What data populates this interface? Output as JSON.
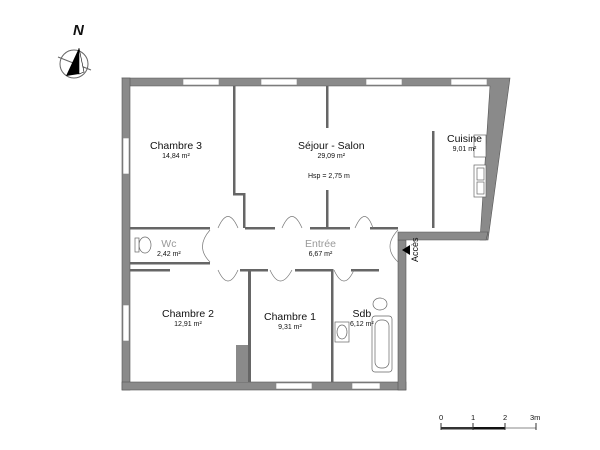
{
  "compass": {
    "label": "N"
  },
  "rooms": [
    {
      "name": "Chambre 3",
      "area": "14,84 m²"
    },
    {
      "name": "Séjour - Salon",
      "area": "29,09 m²",
      "note": "Hsp = 2,75 m"
    },
    {
      "name": "Cuisine",
      "area": "9,01 m²"
    },
    {
      "name": "Wc",
      "area": "2,42 m²"
    },
    {
      "name": "Entrée",
      "area": "6,67 m²"
    },
    {
      "name": "Chambre 2",
      "area": "12,91 m²"
    },
    {
      "name": "Chambre 1",
      "area": "9,31 m²"
    },
    {
      "name": "Sdb",
      "area": "6,12 m²"
    }
  ],
  "access": {
    "label": "Accès"
  },
  "scale": {
    "ticks": [
      "0",
      "1",
      "2",
      "3m"
    ]
  },
  "colors": {
    "wall": "#8a8a8a",
    "wall_dark": "#555555",
    "window": "#ffffff"
  }
}
